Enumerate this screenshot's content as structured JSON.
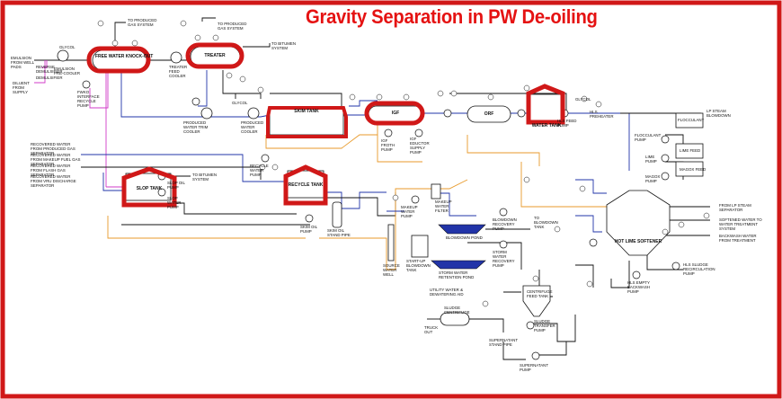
{
  "title": "Gravity Separation in PW De-oiling",
  "colors": {
    "border": "#d01818",
    "highlight": "#d01818",
    "oil_line": "#e89a2b",
    "water_line": "#2234a8",
    "chem_line": "#d23bc8",
    "process_line": "#111111"
  },
  "highlighted": {
    "free_water": "FREE WATER KNOCK-OUT",
    "treater": "TREATER",
    "igf": "IGF",
    "slop_tank": "SLOP TANK",
    "recycle_tank": "RECYCLE TANK",
    "water_tank": "WATER TANK",
    "skim_tank": "SKIM TANK"
  },
  "labels": {
    "emulsion": "EMULSION FROM WELL PADS",
    "diluent": "DILUENT FROM SUPPLY",
    "reverse_demul": "REVERSE DEMULSIFIER",
    "demulsifier": "DEMULSIFIER",
    "glycol1": "GLYCOL",
    "emulsion_cooler": "EMULSION PRE-COOLER",
    "fwko_pump": "FWKO INTERFACE RECYCLE PUMP",
    "produced_gas1": "TO PRODUCED GAS SYSTEM",
    "produced_gas2": "TO PRODUCED GAS SYSTEM",
    "bitumen1": "TO BITUMEN SYSTEM",
    "treater_cooler": "TREATER FEED COOLER",
    "pw_trim": "PRODUCED WATER TRIM COOLER",
    "glycol2": "GLYCOL",
    "pw_cooler": "PRODUCED WATER COOLER",
    "recovered1": "RECOVERED WATER FROM PRODUCED GAS SEPARATOR",
    "recovered2": "RECOVERED WATER FROM MAKEUP FUEL GAS SEPARATOR",
    "recovered3": "RECOVERED WATER FROM FLASH GAS SEPARATOR",
    "recovered4": "RECOVERED WATER FROM VRU DISCHARGE SEPARATOR",
    "bitumen2": "TO BITUMEN SYSTEM",
    "slop_oil_pump": "SLOP OIL PUMP",
    "slop_water_pump": "SLOP WATER PUMP",
    "recycle_water_pump": "RECYCLE WATER PUMP",
    "skim_oil_pump": "SKIM OIL PUMP",
    "skim_stand_pipe": "SKIM OIL STAND PIPE",
    "igf_froth": "IGF FROTH PUMP",
    "igf_eductor": "IGF EDUCTOR SUPPLY PUMP",
    "orf": "ORF",
    "hls_feed": "HLS FEED PUMP",
    "glycol3": "GLYCOL",
    "hls_preheater": "HLS PREHEATER",
    "lp_steam": "LP STEAM BLOWDOWN",
    "flocculant": "FLOCCULANT",
    "floc_pump": "FLOCCULANT PUMP",
    "lime_feed": "LIME FEED",
    "lime_pump": "LIME PUMP",
    "mgo_feed": "MAGOX FEED",
    "mgo_pump": "MAGOX PUMP",
    "from_lp": "FROM LP STEAM SEPARATOR",
    "softened": "SOFTENED WATER TO WATER TREATMENT SYSTEM",
    "backwash": "BACKWASH WATER FROM TREATMENT",
    "hls": "HOT LIME SOFTENER",
    "makeup_pump": "MAKEUP WATER PUMP",
    "makeup_filter": "MAKEUP WATER FILTER",
    "blowdown_pond": "BLOWDOWN POND",
    "blowdown_pump": "BLOWDOWN RECOVERY PUMP",
    "to_blowdown": "TO BLOWDOWN TANK",
    "startup_tank": "START-UP BLOWDOWN TANK",
    "source_well": "SOURCE WATER WELL",
    "storm_pond": "STORM WATER RETENTION POND",
    "storm_pump": "STORM WATER RECOVERY PUMP",
    "sludge_pump": "HLS SLUDGE RECIRCULATION PUMP",
    "hls_empty": "HLS EMPTY BACKWASH PUMP",
    "utility": "UTILITY WATER & DEWATERING AID",
    "centrifuge": "SLUDGE CENTRIFUGE",
    "centrifuge_tank": "CENTRIFUGE FEED TANK",
    "truck_out": "TRUCK OUT",
    "sludge_transfer": "SLUDGE TRANSFER PUMP",
    "supernatant_pipe": "SUPERNATANT STAND PIPE",
    "supernatant_pump": "SUPERNATANT PUMP"
  }
}
